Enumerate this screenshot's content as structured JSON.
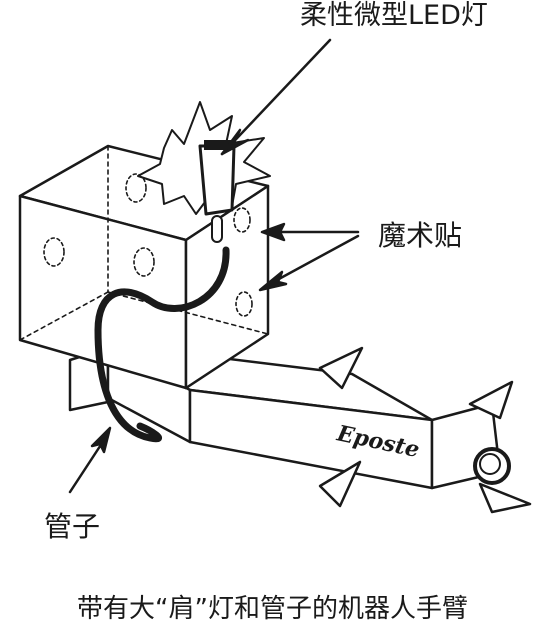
{
  "labels": {
    "led": "柔性微型LED灯",
    "velcro": "魔术贴",
    "tube": "管子"
  },
  "caption": "带有大“肩”灯和管子的机器人手臂",
  "brand_text": "Eposte",
  "colors": {
    "ink": "#1a1a1a",
    "paper": "#ffffff"
  }
}
